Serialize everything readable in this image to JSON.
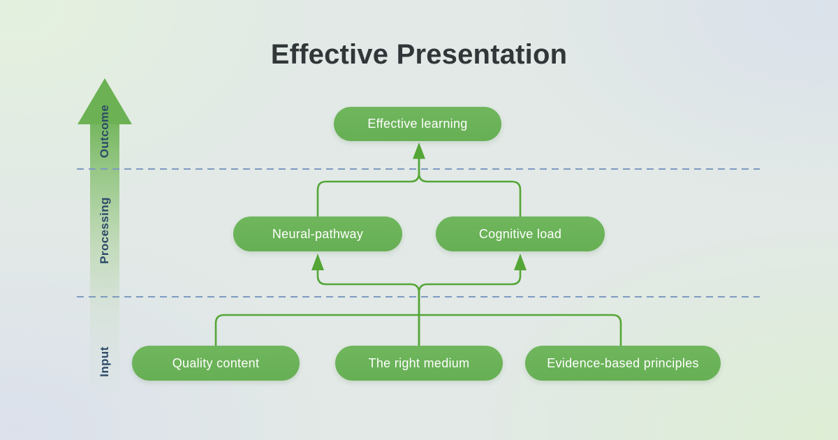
{
  "title": "Effective Presentation",
  "axis": {
    "arrow_icon": "up-arrow",
    "labels": {
      "outcome": "Outcome",
      "processing": "Processing",
      "input": "Input"
    }
  },
  "nodes": {
    "outcome": {
      "label": "Effective learning"
    },
    "processing": [
      {
        "label": "Neural-pathway"
      },
      {
        "label": "Cognitive load"
      }
    ],
    "input": [
      {
        "label": "Quality content"
      },
      {
        "label": "The right medium"
      },
      {
        "label": "Evidence-based principles"
      }
    ]
  },
  "flow": {
    "edges": [
      "Quality content -> The right medium junction",
      "The right medium -> Neural-pathway",
      "The right medium -> Cognitive load",
      "Evidence-based principles -> The right medium junction",
      "Neural-pathway -> Effective learning",
      "Cognitive load -> Effective learning"
    ]
  },
  "colors": {
    "node_fill": "#67af54",
    "node_text": "#ffffff",
    "connector": "#54a636",
    "dashed_line": "#7e9ac0",
    "axis_arrow": "#6cb254",
    "axis_label": "#2e4b69",
    "title_text": "#313639"
  }
}
